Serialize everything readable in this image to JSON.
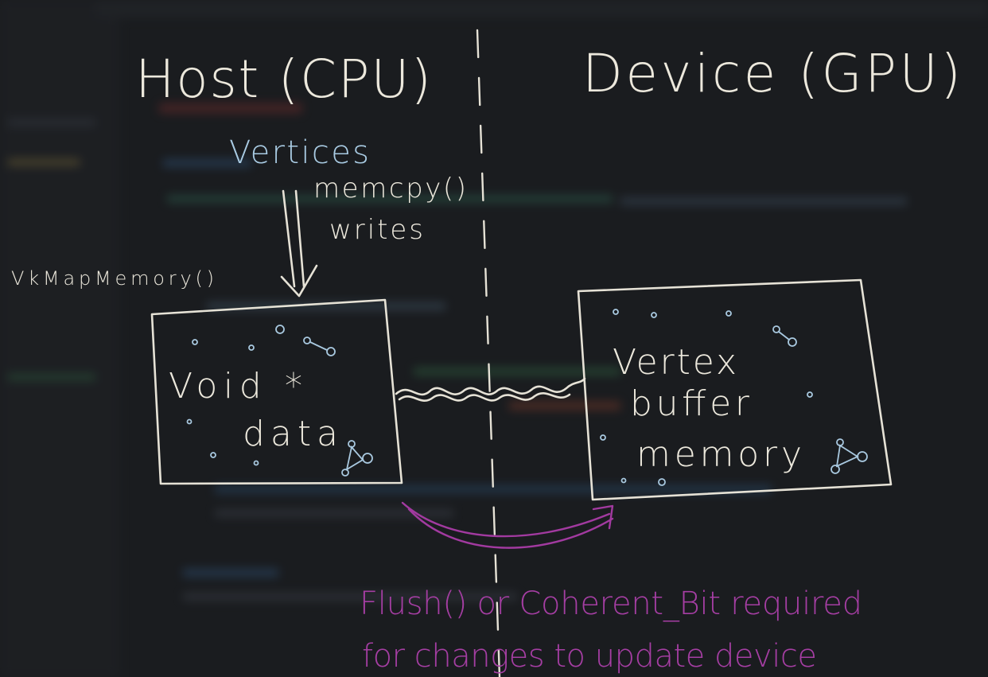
{
  "labels": {
    "host": "Host (CPU)",
    "device": "Device (GPU)",
    "vertices": "Vertices",
    "memcpy": "memcpy()",
    "writes": "writes",
    "map_memory": "VkMapMemory()",
    "void_line1": "Void *",
    "void_line2": "data",
    "vertex_line1": "Vertex",
    "vertex_line2": "buffer",
    "vertex_line3": "memory",
    "note_line1": "Flush() or Coherent_Bit required",
    "note_line2": "for changes to update device"
  },
  "colors": {
    "chalk": "#e6e2d6",
    "blue": "#a9c9e0",
    "purple": "#a23aa0",
    "background": "#1a1c1f"
  },
  "icons": {
    "vertex_glyph": "small-triangle-of-dots",
    "data_dots": "scattered-dots"
  }
}
